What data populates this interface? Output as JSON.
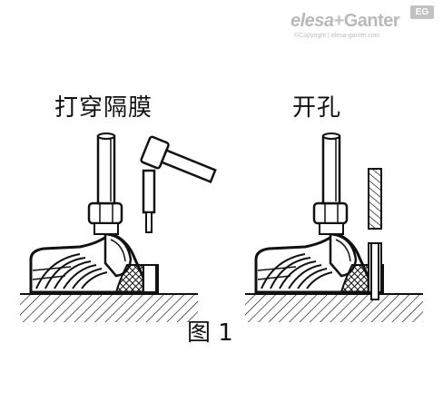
{
  "logo": {
    "brand_a": "elesa",
    "plus": "+",
    "brand_b": "Ganter",
    "badge": "EG",
    "copyright": "©Copyright | elesa-ganter.com"
  },
  "panels": {
    "left_label": "打穿隔膜",
    "right_label": "开孔"
  },
  "caption": "图 1"
}
